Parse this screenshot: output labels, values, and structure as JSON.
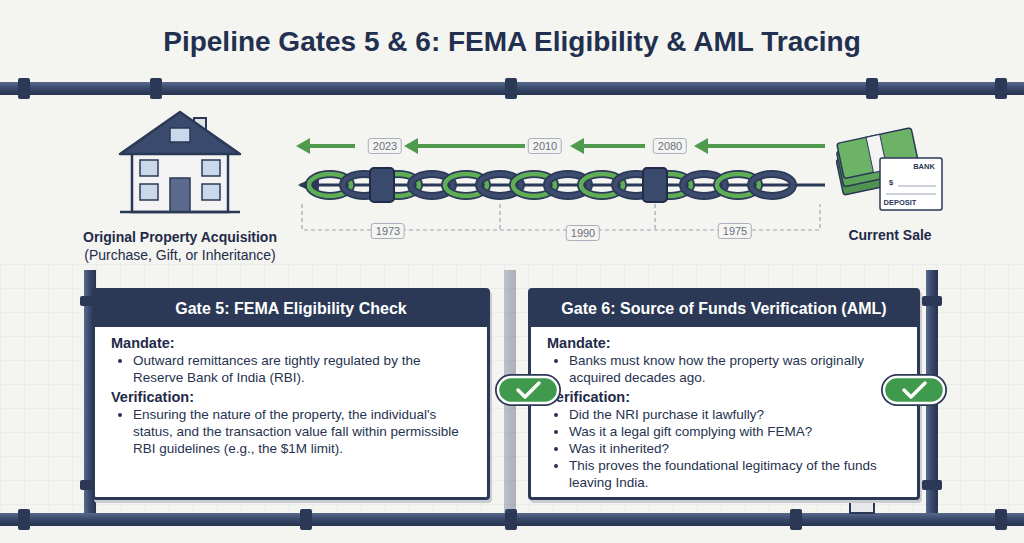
{
  "diagram": {
    "title": "Pipeline Gates 5 & 6: FEMA Eligibility & AML Tracing",
    "nodes": [
      {
        "text": [
          "Original Property Acquisition",
          "(Purchase, Gift, or Inheritance)"
        ]
      },
      {
        "text": [
          "Current Sale"
        ]
      },
      {
        "text": [
          "Gate 5: FEMA Eligibility Check",
          "Mandate:",
          "Outward remittances are tightly regulated by the Reserve Bank of India (RBI).",
          "Verification:",
          "Ensuring the nature of the property, the individual's status, and the transaction value fall within permissible RBI guidelines (e.g., the $1M limit)."
        ]
      },
      {
        "text": [
          "Gate 6: Source of Funds Verification (AML)",
          "Mandate:",
          "Banks must know how the property was originally acquired decades ago.",
          "Verification:",
          "Did the NRI purchase it lawfully?",
          "Was it a legal gift complying with FEMA?",
          "Was it inherited?",
          "This proves the foundational legitimacy of the funds leaving India."
        ]
      }
    ],
    "edges": [
      {
        "from": 1,
        "to": 0,
        "arrow": "to"
      }
    ],
    "labels": [
      "2023",
      "2010",
      "2080",
      "1973",
      "1990",
      "1975",
      "BANK",
      "$",
      "DEPOSIT"
    ]
  }
}
